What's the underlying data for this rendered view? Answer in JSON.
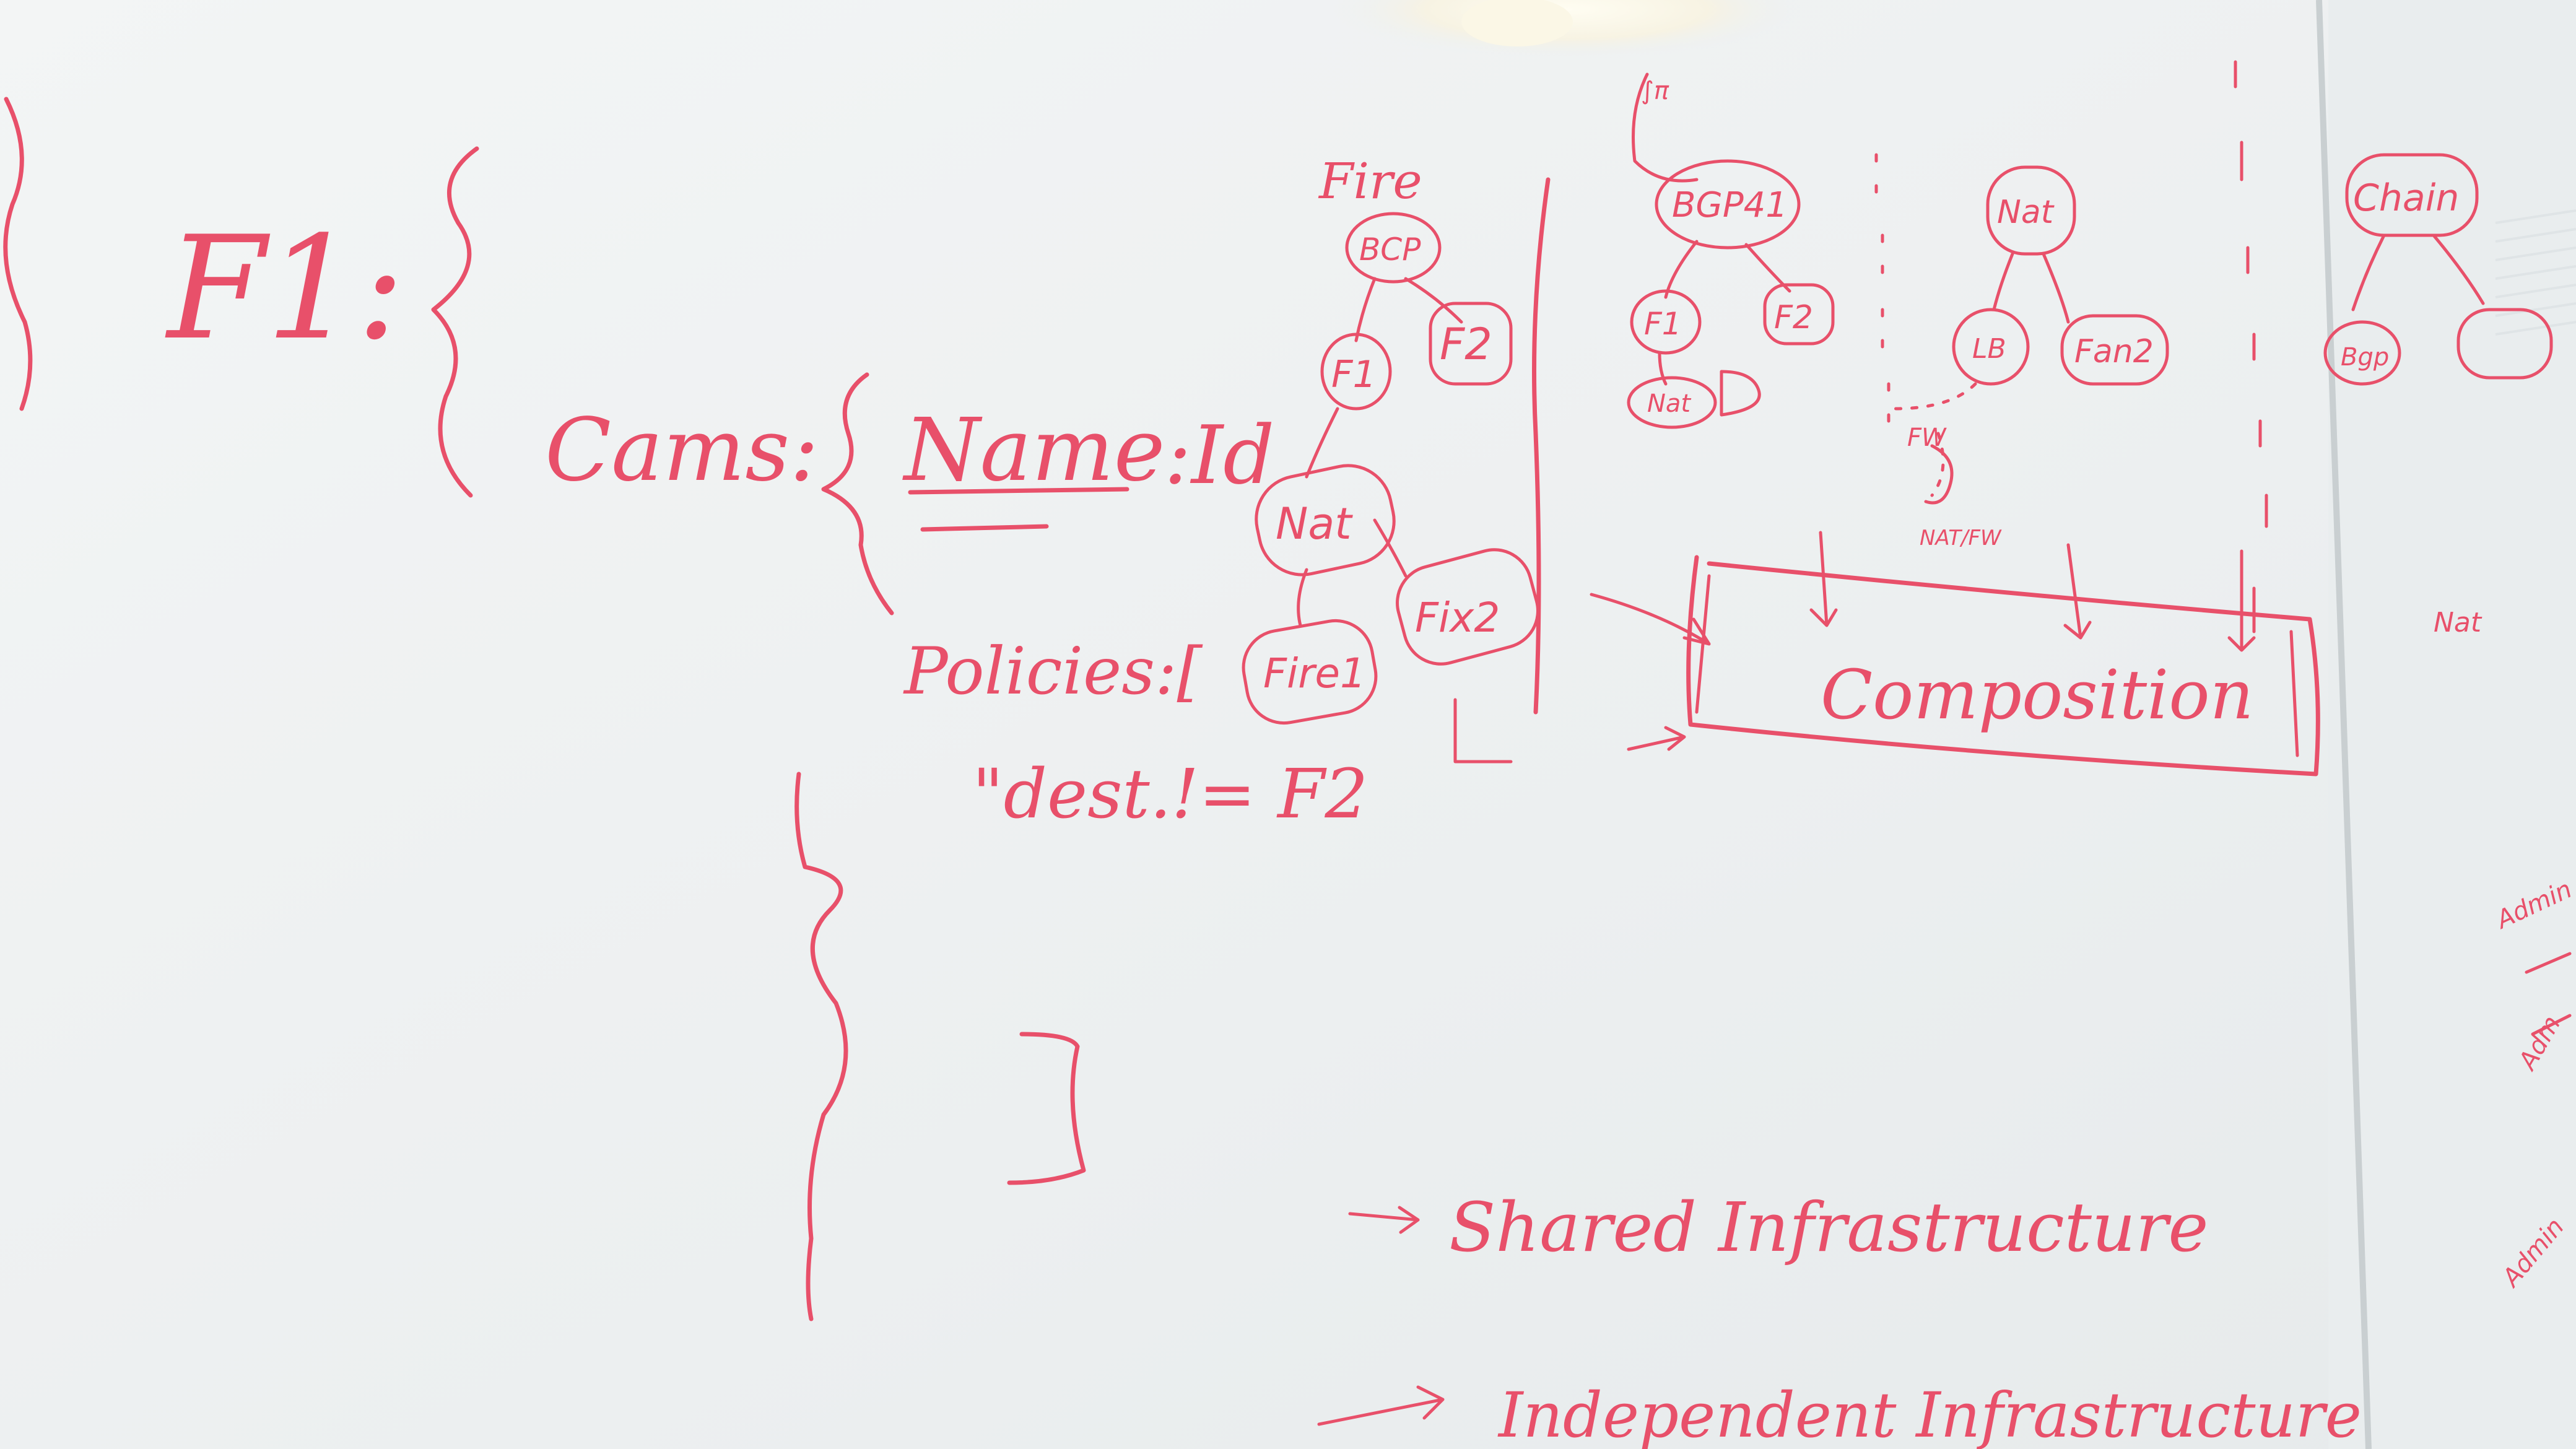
{
  "ink_color": "#e8506a",
  "board_color": "#eef1f1",
  "texts": {
    "f1": "F1:",
    "cams": "Cams:",
    "name": "Name",
    "name_value": ":Id",
    "policies": "Policies:[",
    "dest": "\"dest.!= F2",
    "fire": "Fire",
    "bcp": "BCP",
    "f1_node": "F1",
    "f2_node": "F2",
    "nat_left": "Nat",
    "fire1": "Fire1",
    "fix2": "Fix2",
    "bgp41": "BGP41",
    "f1_mid": "F1",
    "f2_mid": "F2",
    "nat_mid_small": "Nat",
    "nat_right": "Nat",
    "lb_right": "LB",
    "fan2": "Fan2",
    "fw_right": "FW",
    "composition": "Composition",
    "shared_infra": "Shared Infrastructure",
    "independent_infra": "Independent Infrastructure",
    "far_right_top": "Chain",
    "far_right_small": "Bgp",
    "far_right_mid": "Nat",
    "far_right_admin1": "Admin",
    "far_right_admin2": "Adm",
    "far_right_admin3": "Admin"
  }
}
